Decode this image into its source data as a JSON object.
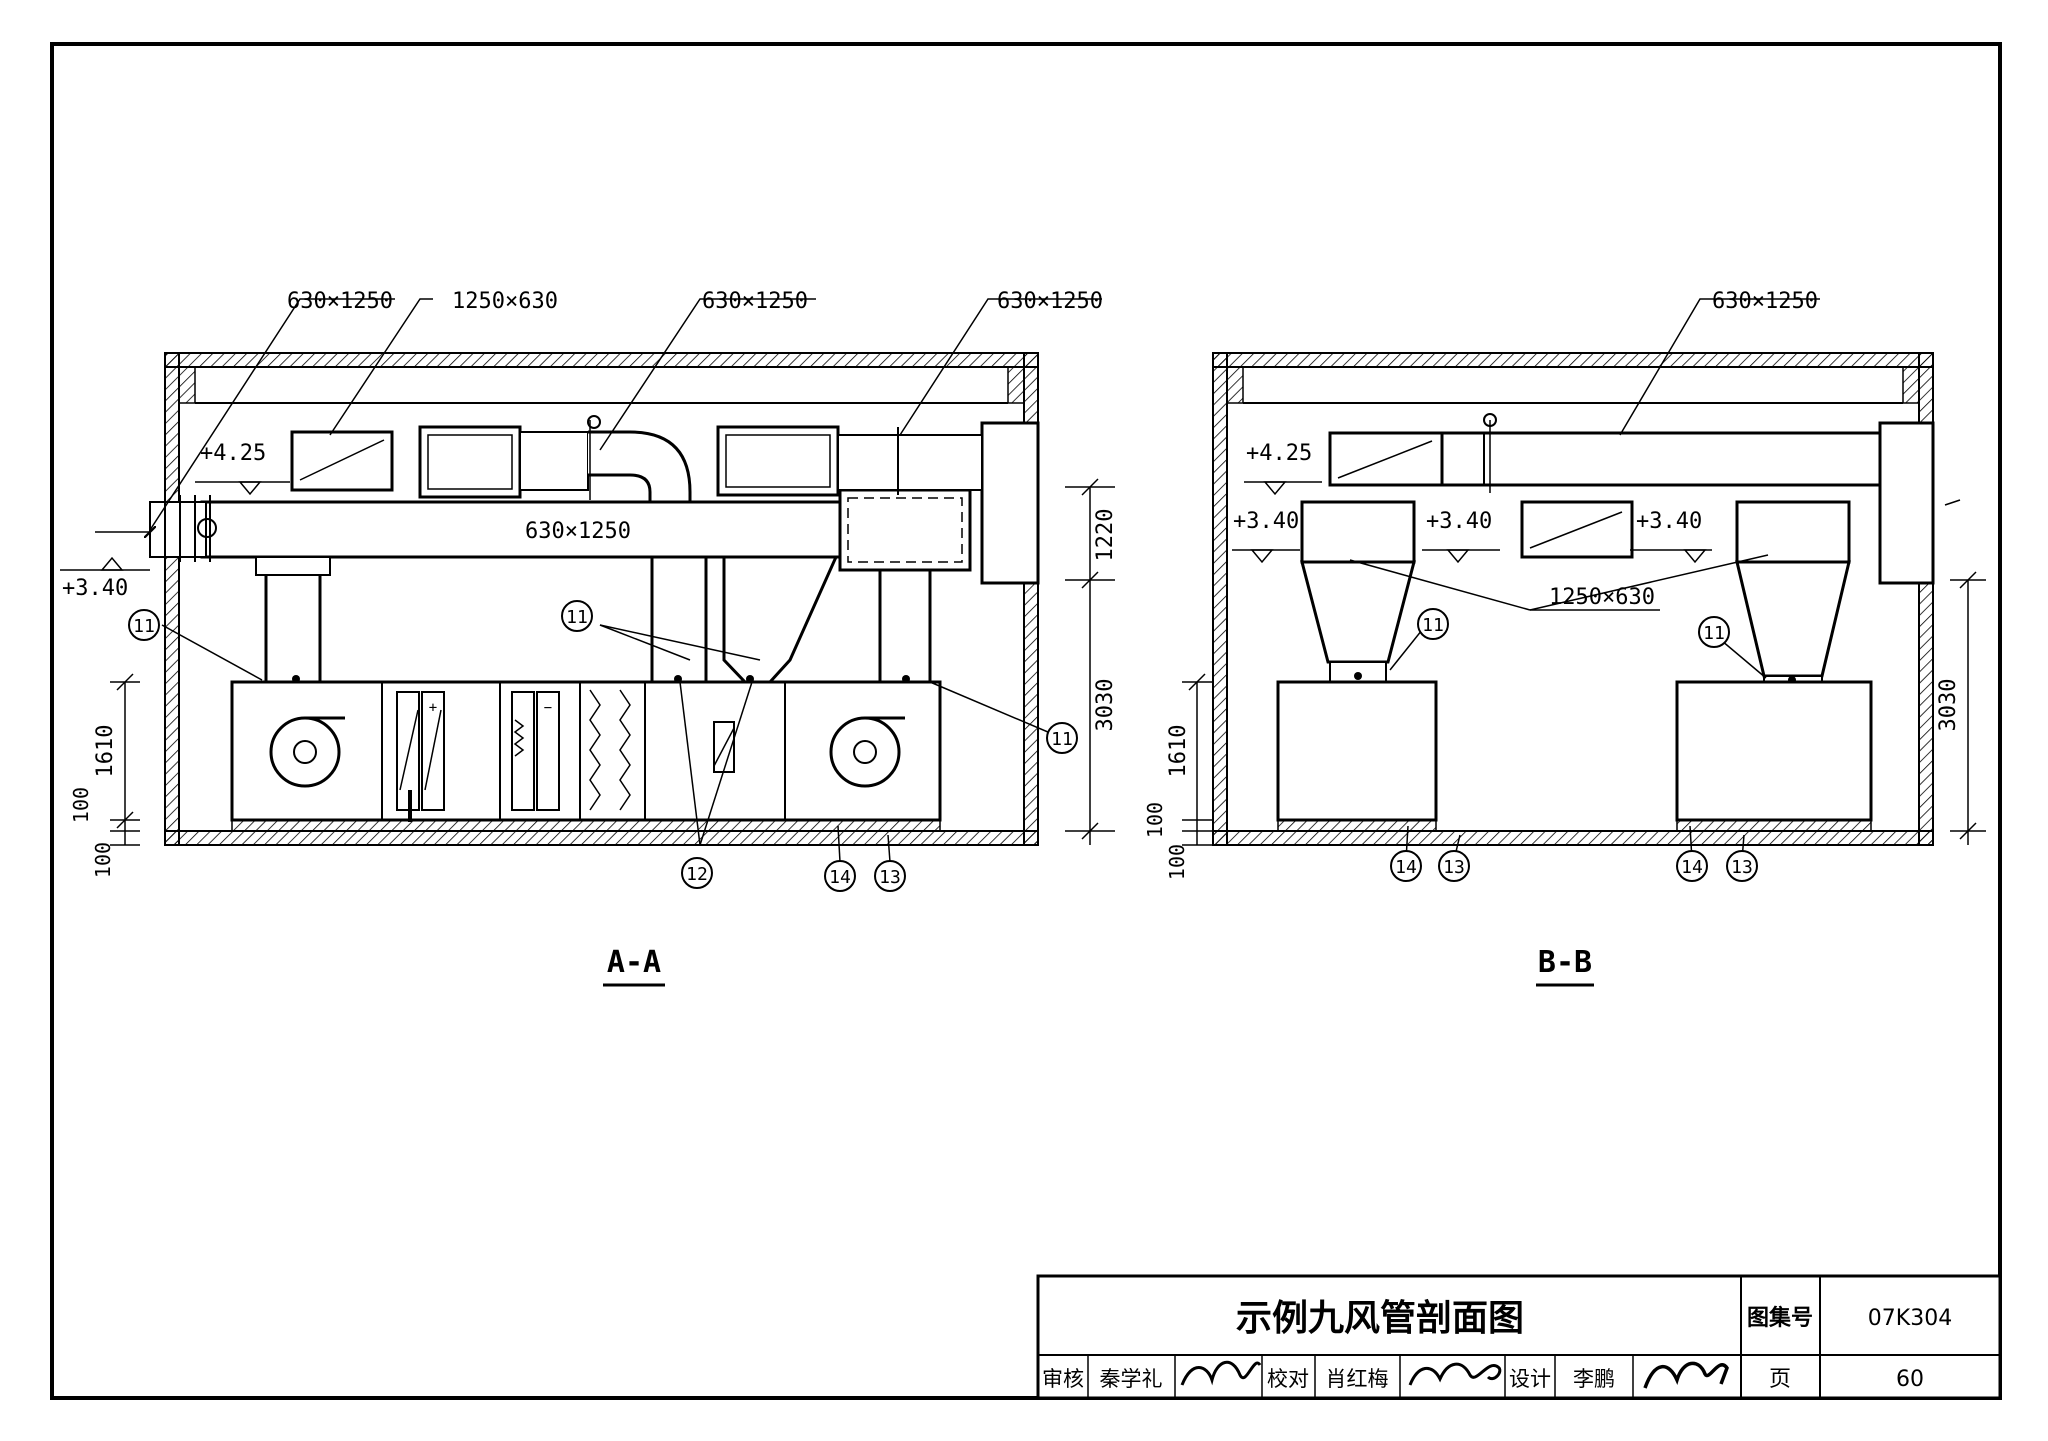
{
  "sections": {
    "a": {
      "title": "A-A",
      "duct_main": "630×1250",
      "sizes": [
        "630×1250",
        "1250×630",
        "630×1250",
        "630×1250"
      ],
      "elev_top": "+4.25",
      "elev_low": "+3.40",
      "dims": [
        "1220",
        "3030",
        "1610",
        "100",
        "100"
      ],
      "tags": [
        "11",
        "11",
        "11",
        "12",
        "14",
        "13"
      ]
    },
    "b": {
      "title": "B-B",
      "sizes": [
        "630×1250",
        "1250×630"
      ],
      "elev_top": "+4.25",
      "elevs": [
        "+3.40",
        "+3.40",
        "+3.40"
      ],
      "dims": [
        "3030",
        "1610",
        "100",
        "100"
      ],
      "tags": [
        "11",
        "11",
        "14",
        "13",
        "14",
        "13"
      ]
    }
  },
  "titleblock": {
    "drawing_title": "示例九风管剖面图",
    "atlas_label": "图集号",
    "atlas_no": "07K304",
    "page_label": "页",
    "page_no": "60",
    "review_label": "审核",
    "review_name": "秦学礼",
    "check_label": "校对",
    "check_name": "肖红梅",
    "design_label": "设计",
    "design_name": "李鹏"
  }
}
